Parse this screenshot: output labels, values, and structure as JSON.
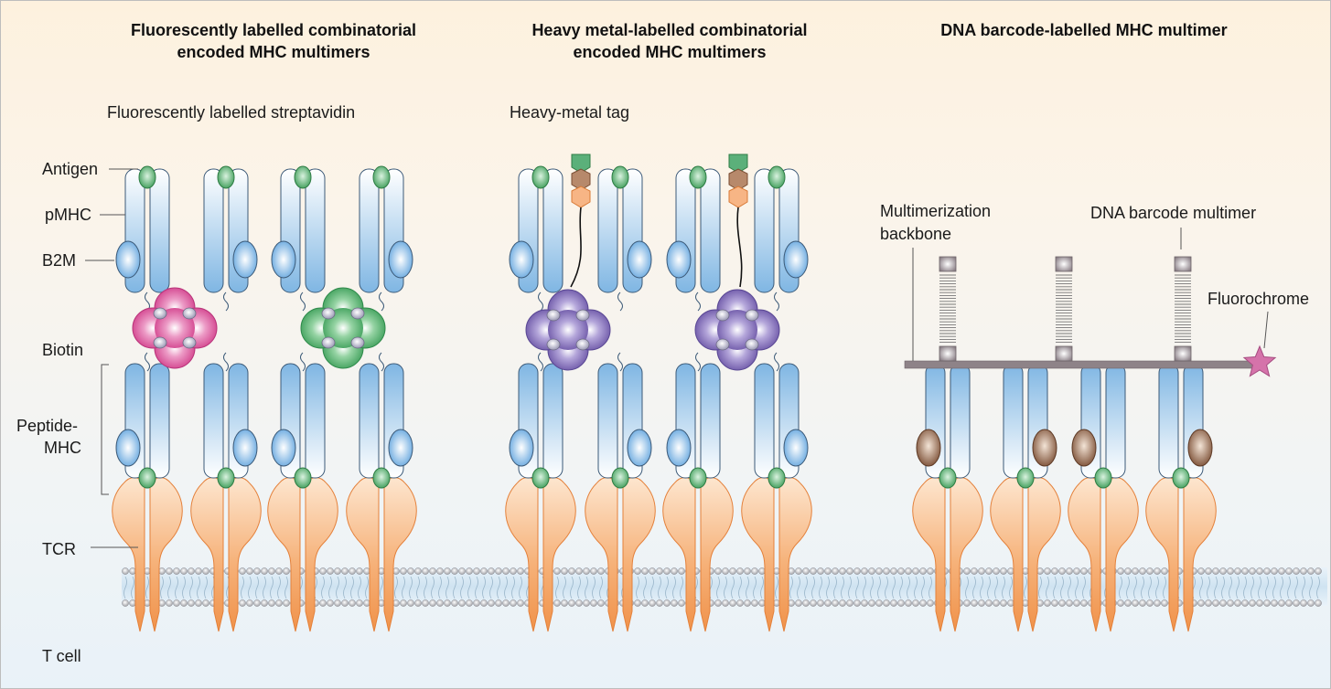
{
  "panels": [
    {
      "title_line1": "Fluorescently labelled combinatorial",
      "title_line2": "encoded MHC multimers",
      "subtitle": "Fluorescently labelled streptavidin"
    },
    {
      "title_line1": "Heavy metal-labelled combinatorial",
      "title_line2": "encoded MHC multimers",
      "subtitle": "Heavy-metal tag"
    },
    {
      "title_line1": "DNA barcode-labelled MHC multimer",
      "title_line2": "",
      "subtitle": ""
    }
  ],
  "left_labels": {
    "antigen": "Antigen",
    "pmhc": "pMHC",
    "b2m": "B2M",
    "biotin": "Biotin",
    "peptide_mhc_line1": "Peptide-",
    "peptide_mhc_line2": "MHC",
    "tcr": "TCR",
    "t_cell": "T cell"
  },
  "dna_labels": {
    "backbone_line1": "Multimerization",
    "backbone_line2": "backbone",
    "barcode": "DNA barcode multimer",
    "fluorochrome": "Fluorochrome"
  },
  "colors": {
    "mhc_blue": "#7fb6e3",
    "antigen_green": "#52b06a",
    "streptavidin_pink": "#d9569b",
    "streptavidin_green": "#52a96a",
    "metal_purple": "#7c68b3",
    "tcr_orange": "#f0924a",
    "b2m_brown": "#8a5a3c",
    "backbone_grey": "#8e8388",
    "fluorochrome_pink": "#d573aa"
  }
}
